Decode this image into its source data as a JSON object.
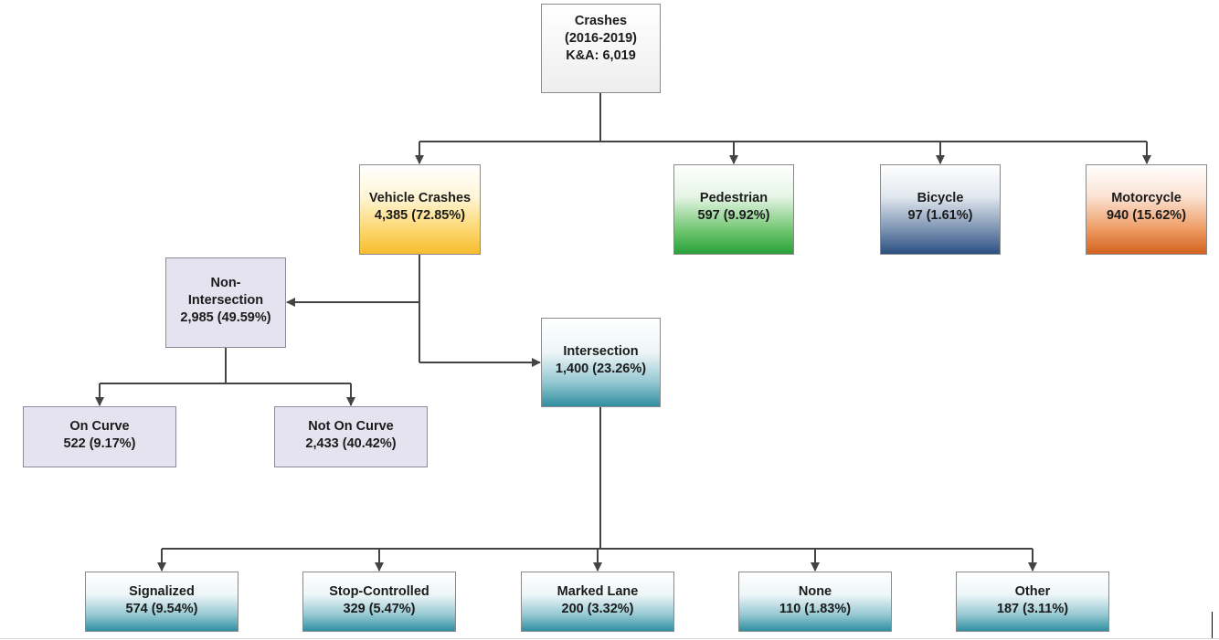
{
  "colors": {
    "line": "#444444",
    "vehicle": "#f6bd2e",
    "pedestrian": "#27a13a",
    "bicycle": "#2b4f82",
    "motorcycle": "#d3621f",
    "lavender": "#e6e3f0",
    "teal": "#2f8ea0"
  },
  "root": {
    "title": "Crashes\n(2016-2019)",
    "value": "K&A: 6,019"
  },
  "vehicle": {
    "title": "Vehicle Crashes",
    "value": "4,385 (72.85%)"
  },
  "pedestrian": {
    "title": "Pedestrian",
    "value": "597 (9.92%)"
  },
  "bicycle": {
    "title": "Bicycle",
    "value": "97 (1.61%)"
  },
  "motorcycle": {
    "title": "Motorcycle",
    "value": "940 (15.62%)"
  },
  "non_intersection": {
    "title": "Non-\nIntersection",
    "value": "2,985 (49.59%)"
  },
  "on_curve": {
    "title": "On Curve",
    "value": "522 (9.17%)"
  },
  "not_on_curve": {
    "title": "Not On Curve",
    "value": "2,433 (40.42%)"
  },
  "intersection": {
    "title": "Intersection",
    "value": "1,400  (23.26%)"
  },
  "leaves": [
    {
      "title": "Signalized",
      "value": "574 (9.54%)"
    },
    {
      "title": "Stop-Controlled",
      "value": "329 (5.47%)"
    },
    {
      "title": "Marked Lane",
      "value": "200 (3.32%)"
    },
    {
      "title": "None",
      "value": "110 (1.83%)"
    },
    {
      "title": "Other",
      "value": "187 (3.11%)"
    }
  ]
}
